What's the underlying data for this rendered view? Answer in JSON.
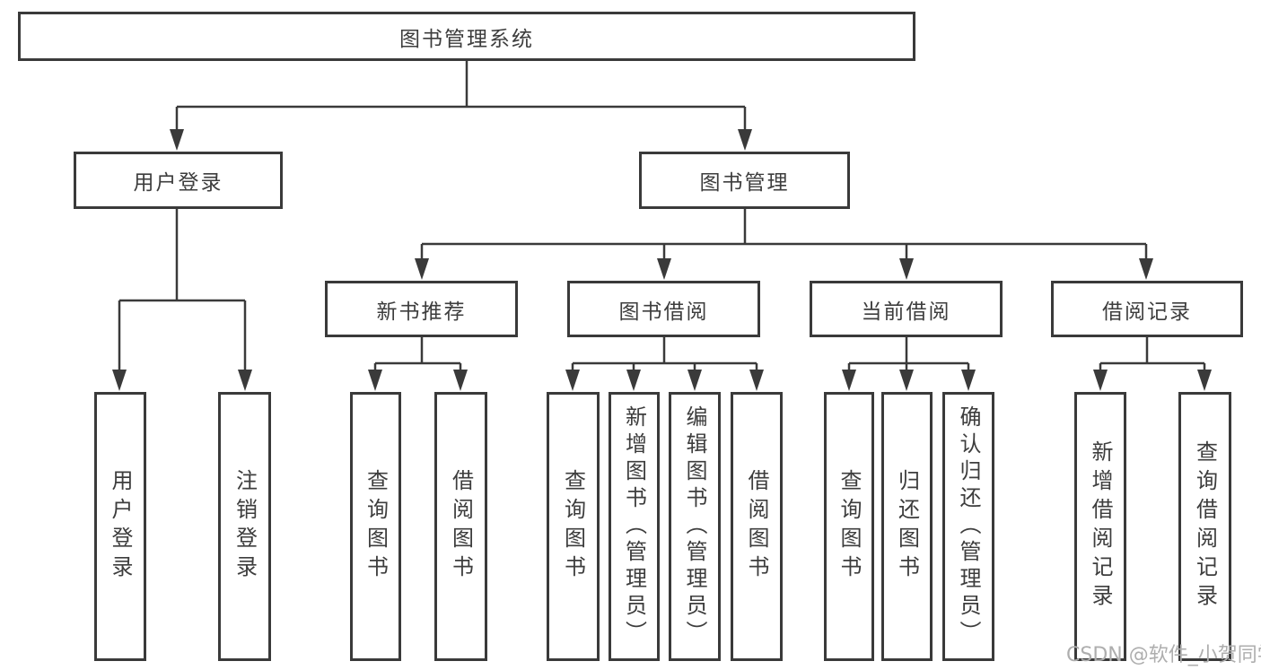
{
  "diagram": {
    "root": {
      "label": "图书管理系统"
    },
    "level2": [
      {
        "label": "用户登录"
      },
      {
        "label": "图书管理"
      }
    ],
    "level3": [
      {
        "label": "新书推荐",
        "parent": "图书管理"
      },
      {
        "label": "图书借阅",
        "parent": "图书管理"
      },
      {
        "label": "当前借阅",
        "parent": "图书管理"
      },
      {
        "label": "借阅记录",
        "parent": "图书管理"
      }
    ],
    "leaves": [
      {
        "label": "用户登录",
        "parent": "用户登录"
      },
      {
        "label": "注销登录",
        "parent": "用户登录"
      },
      {
        "label": "查询图书",
        "parent": "新书推荐"
      },
      {
        "label": "借阅图书",
        "parent": "新书推荐"
      },
      {
        "label": "查询图书",
        "parent": "图书借阅"
      },
      {
        "label": "新增图书（管理员）",
        "parent": "图书借阅"
      },
      {
        "label": "编辑图书（管理员）",
        "parent": "图书借阅"
      },
      {
        "label": "借阅图书",
        "parent": "图书借阅"
      },
      {
        "label": "查询图书",
        "parent": "当前借阅"
      },
      {
        "label": "归还图书",
        "parent": "当前借阅"
      },
      {
        "label": "确认归还（管理员）",
        "parent": "当前借阅"
      },
      {
        "label": "新增借阅记录",
        "parent": "借阅记录"
      },
      {
        "label": "查询借阅记录",
        "parent": "借阅记录"
      }
    ],
    "watermark": "CSDN @软件_小贺同学",
    "colors": {
      "line": "#3a3a3a",
      "text": "#3d3d3d",
      "box_background": "#ffffff",
      "watermark": "#aeaeae",
      "page_background": "#ffffff"
    }
  }
}
